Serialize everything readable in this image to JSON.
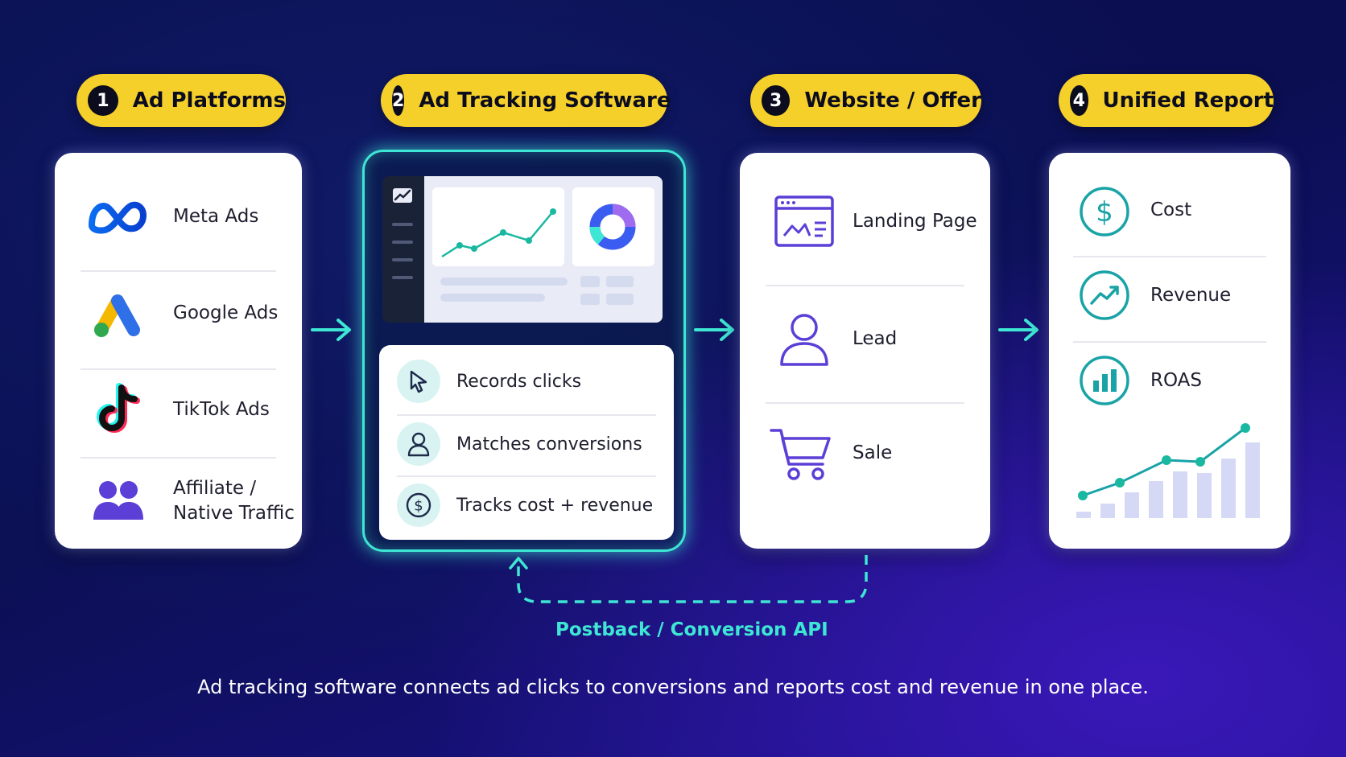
{
  "steps": [
    {
      "number": "1",
      "title": "Ad Platforms"
    },
    {
      "number": "2",
      "title": "Ad Tracking Software"
    },
    {
      "number": "3",
      "title": "Website / Offer"
    },
    {
      "number": "4",
      "title": "Unified Report"
    }
  ],
  "platforms": {
    "items": [
      {
        "label": "Meta Ads",
        "icon": "meta-logo-icon"
      },
      {
        "label": "Google Ads",
        "icon": "google-ads-logo-icon"
      },
      {
        "label": "TikTok Ads",
        "icon": "tiktok-logo-icon"
      },
      {
        "label_line1": "Affiliate /",
        "label_line2": "Native Traffic",
        "icon": "users-icon"
      }
    ]
  },
  "tracker": {
    "features": [
      {
        "label": "Records clicks",
        "icon": "cursor-icon"
      },
      {
        "label": "Matches conversions",
        "icon": "user-icon"
      },
      {
        "label": "Tracks cost + revenue",
        "icon": "dollar-icon"
      }
    ]
  },
  "website": {
    "items": [
      {
        "label": "Landing Page",
        "icon": "landing-page-icon"
      },
      {
        "label": "Lead",
        "icon": "user-outline-icon"
      },
      {
        "label": "Sale",
        "icon": "shopping-cart-icon"
      }
    ]
  },
  "report": {
    "items": [
      {
        "label": "Cost",
        "icon": "dollar-circle-icon"
      },
      {
        "label": "Revenue",
        "icon": "trend-up-icon"
      },
      {
        "label": "ROAS",
        "icon": "bar-chart-icon"
      }
    ]
  },
  "postback_label": "Postback / Conversion API",
  "caption": "Ad tracking software connects ad clicks to conversions and reports cost and revenue in one place.",
  "colors": {
    "accent_yellow": "#f5cf2a",
    "accent_teal": "#3ee6d4",
    "icon_purple": "#5b3fd6",
    "icon_teal": "#19a3a6"
  }
}
